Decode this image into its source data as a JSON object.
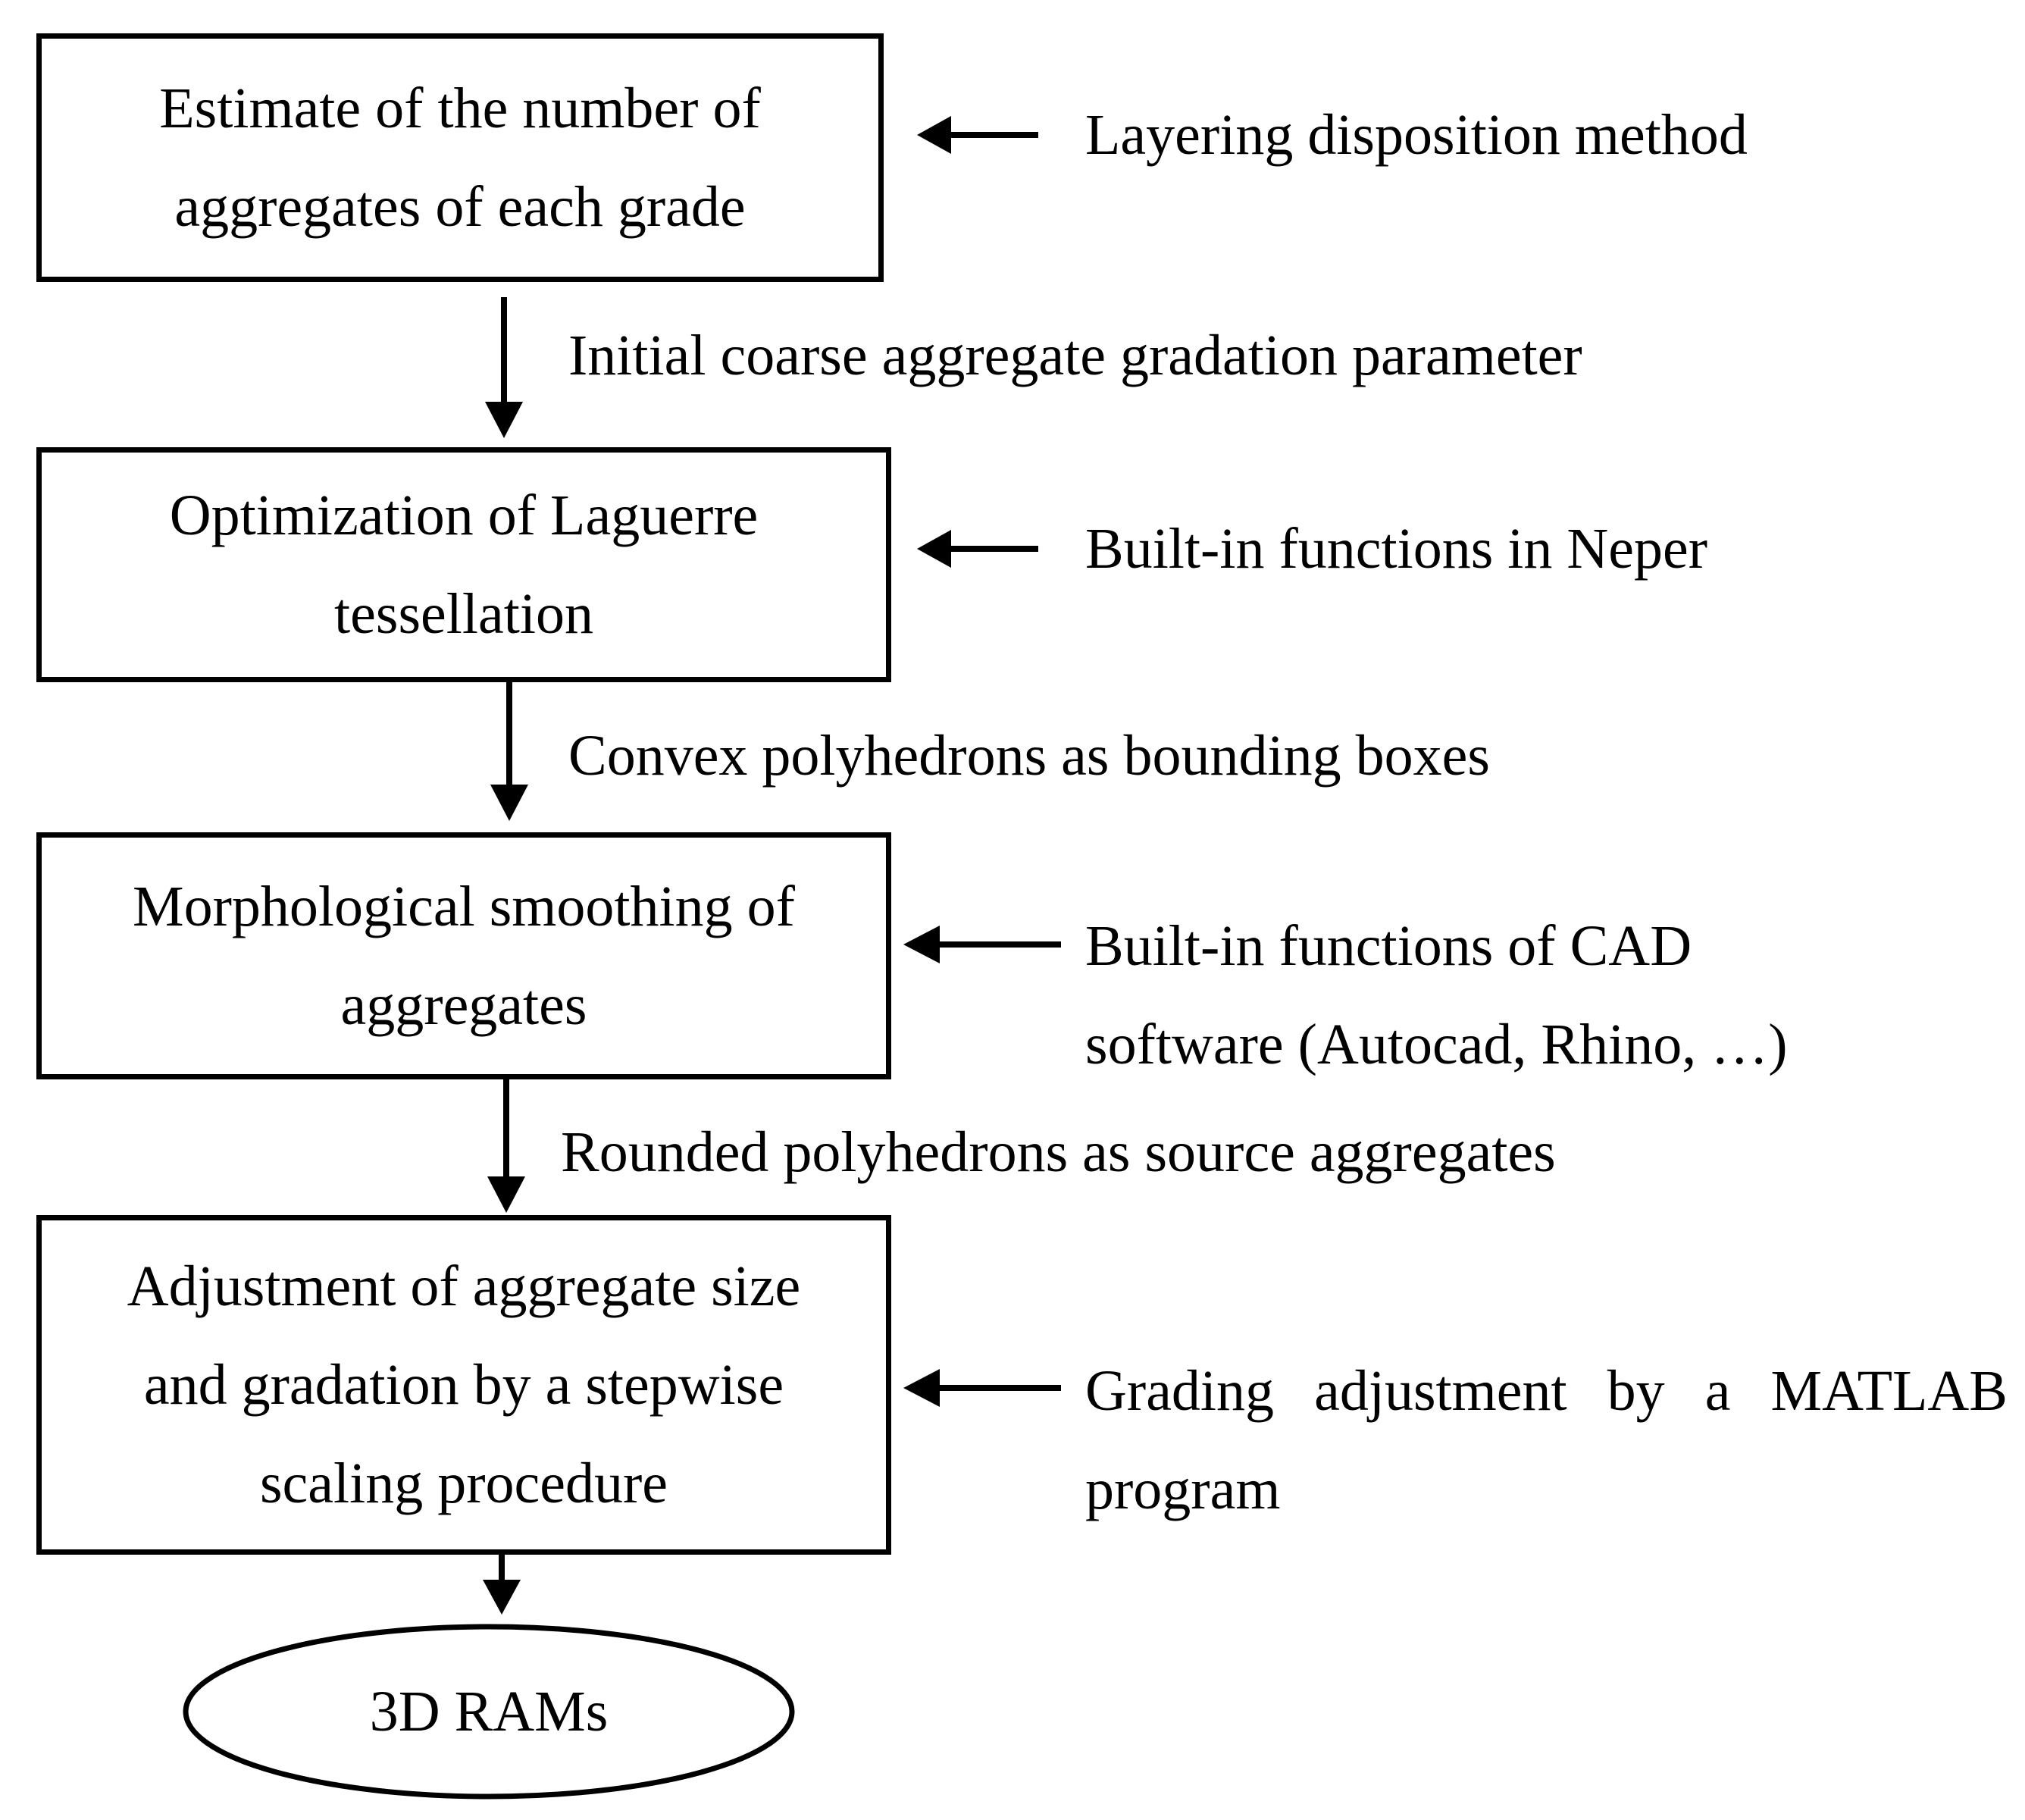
{
  "steps": [
    {
      "lines": [
        "Estimate of the number of",
        "aggregates of each grade"
      ]
    },
    {
      "lines": [
        "Optimization of Laguerre",
        "tessellation"
      ]
    },
    {
      "lines": [
        "Morphological smoothing of",
        "aggregates"
      ]
    },
    {
      "lines": [
        "Adjustment of aggregate size",
        "and gradation by a stepwise",
        "scaling procedure"
      ]
    }
  ],
  "terminal": {
    "label": "3D RAMs"
  },
  "transitions": [
    "Initial coarse aggregate gradation parameter",
    "Convex polyhedrons as bounding boxes",
    "Rounded polyhedrons as source aggregates"
  ],
  "inputs": [
    {
      "lines": [
        "Layering disposition method"
      ]
    },
    {
      "lines": [
        "Built-in functions in Neper"
      ]
    },
    {
      "lines": [
        "Built-in functions of CAD",
        "software (Autocad, Rhino, …)"
      ]
    },
    {
      "lines": [
        "Grading adjustment by a MATLAB",
        "program"
      ]
    }
  ]
}
